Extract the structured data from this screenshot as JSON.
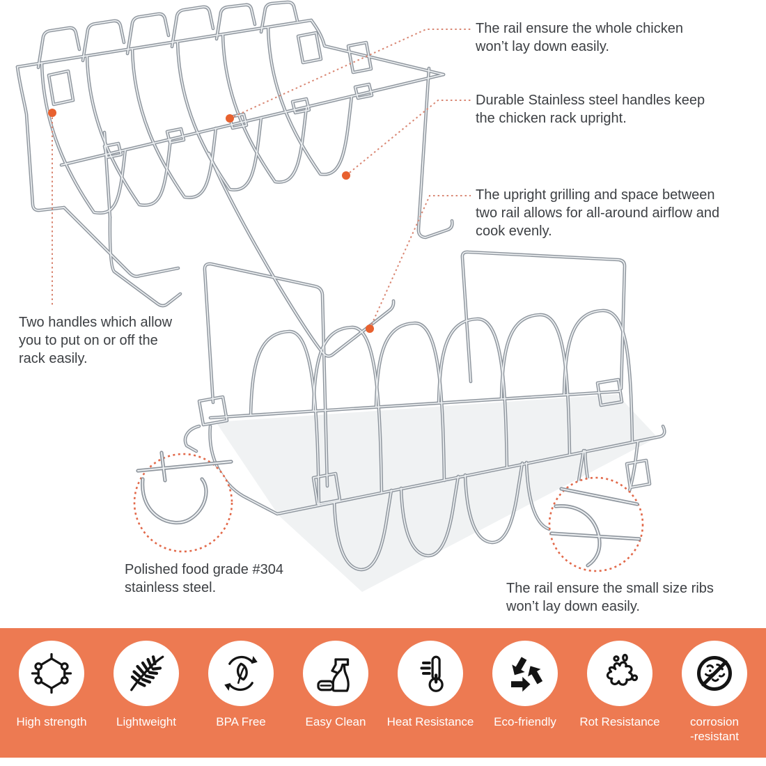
{
  "colors": {
    "banner_orange": "#ed7a52",
    "leader_line": "#d98672",
    "marker_dot": "#e8612f",
    "wire_gray": "#8e959d",
    "text_gray": "#3c3f43"
  },
  "callouts": [
    {
      "name": "rail-whole-chicken",
      "lines": [
        "The rail ensure the whole chicken",
        "won’t lay down easily."
      ]
    },
    {
      "name": "handles-upright",
      "lines": [
        "Durable Stainless steel handles keep",
        "the chicken rack upright."
      ]
    },
    {
      "name": "airflow",
      "lines": [
        "The upright grilling and space between",
        "two rail allows for all-around airflow and",
        "cook evenly."
      ]
    },
    {
      "name": "two-handles",
      "lines": [
        "Two handles which allow",
        "you to put on or off the",
        "rack easily."
      ]
    },
    {
      "name": "material",
      "lines": [
        "Polished food grade #304",
        "stainless steel."
      ]
    },
    {
      "name": "rail-small-ribs",
      "lines": [
        "The rail ensure the small size ribs",
        "won’t lay down easily."
      ]
    }
  ],
  "banner": {
    "features": [
      {
        "icon": "molecule-icon",
        "label_lines": [
          "High strength"
        ]
      },
      {
        "icon": "feather-icon",
        "label_lines": [
          "Lightweight"
        ]
      },
      {
        "icon": "leaf-cycle-icon",
        "label_lines": [
          "BPA Free"
        ]
      },
      {
        "icon": "spray-bottle-icon",
        "label_lines": [
          "Easy Clean"
        ]
      },
      {
        "icon": "thermometer-icon",
        "label_lines": [
          "Heat Resistance"
        ]
      },
      {
        "icon": "recycle-icon",
        "label_lines": [
          "Eco-friendly"
        ]
      },
      {
        "icon": "splat-icon",
        "label_lines": [
          "Rot Resistance"
        ]
      },
      {
        "icon": "no-bacteria-icon",
        "label_lines": [
          "corrosion",
          "-resistant"
        ]
      }
    ]
  }
}
